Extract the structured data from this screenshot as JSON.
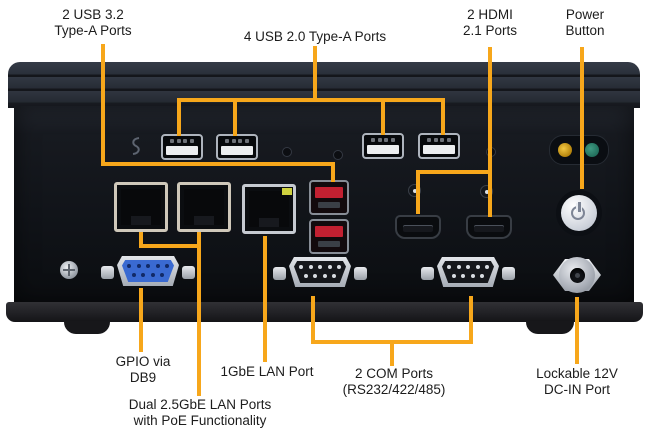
{
  "colors": {
    "Callout": "#F7A71B",
    "UsbRed": "#C32031",
    "Db9Blue": "#3A6AD1",
    "LedAmber": "#B07E08",
    "LedGreen": "#1F6B59",
    "LanBezel": "#CFC8BA"
  },
  "labels": {
    "usb32": {
      "lines": [
        "2 USB 3.2",
        "Type-A Ports"
      ]
    },
    "usb20": {
      "lines": [
        "4 USB 2.0 Type-A Ports"
      ]
    },
    "hdmi": {
      "lines": [
        "2 HDMI",
        "2.1 Ports"
      ]
    },
    "power": {
      "lines": [
        "Power",
        "Button"
      ]
    },
    "gpio": {
      "lines": [
        "GPIO via",
        "DB9"
      ]
    },
    "lan1g": {
      "lines": [
        "1GbE LAN Port"
      ]
    },
    "lan25g": {
      "lines": [
        "Dual 2.5GbE LAN Ports",
        "with PoE Functionality"
      ]
    },
    "com": {
      "lines": [
        "2 COM Ports",
        "(RS232/422/485)"
      ]
    },
    "dcin": {
      "lines": [
        "Lockable 12V",
        "DC-IN Port"
      ]
    }
  }
}
